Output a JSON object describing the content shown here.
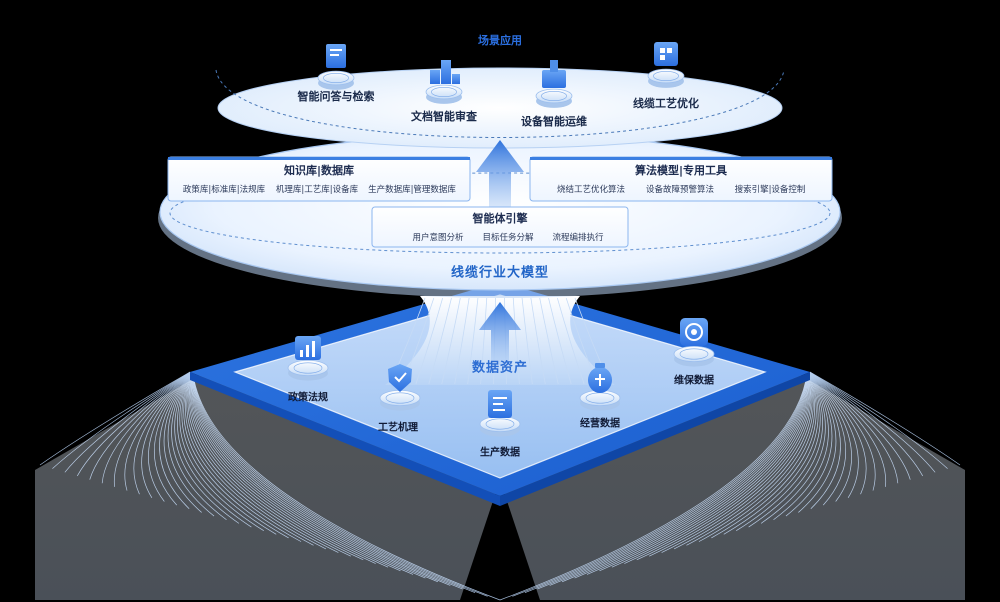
{
  "top_title": "场景应用",
  "top_apps": [
    {
      "label": "智能问答与检索",
      "icon": "document-board-icon"
    },
    {
      "label": "文档智能审查",
      "icon": "document-blocks-icon"
    },
    {
      "label": "设备智能运维",
      "icon": "device-maintenance-icon"
    },
    {
      "label": "线缆工艺优化",
      "icon": "cable-process-icon"
    }
  ],
  "knowledge_panel": {
    "title": "知识库|数据库",
    "items": [
      "政策库|标准库|法规库",
      "机理库|工艺库|设备库",
      "生产数据库|管理数据库"
    ]
  },
  "algorithm_panel": {
    "title": "算法模型|专用工具",
    "items": [
      "烧结工艺优化算法",
      "设备故障预警算法",
      "搜索引擎|设备控制"
    ]
  },
  "agent_panel": {
    "title": "智能体引擎",
    "items": [
      "用户意图分析",
      "目标任务分解",
      "流程编排执行"
    ]
  },
  "core_model": "线缆行业大模型",
  "data_asset": "数据资产",
  "data_items": [
    {
      "label": "政策法规",
      "icon": "chart-icon"
    },
    {
      "label": "工艺机理",
      "icon": "shield-icon"
    },
    {
      "label": "生产数据",
      "icon": "document-icon"
    },
    {
      "label": "经营数据",
      "icon": "money-bag-icon"
    },
    {
      "label": "维保数据",
      "icon": "gear-icon"
    }
  ],
  "colors": {
    "accent": "#2b6fe0",
    "platform": "#2f7ae8",
    "disc_fill": "#e6f1ff",
    "panel_border": "#8cb6ef"
  }
}
